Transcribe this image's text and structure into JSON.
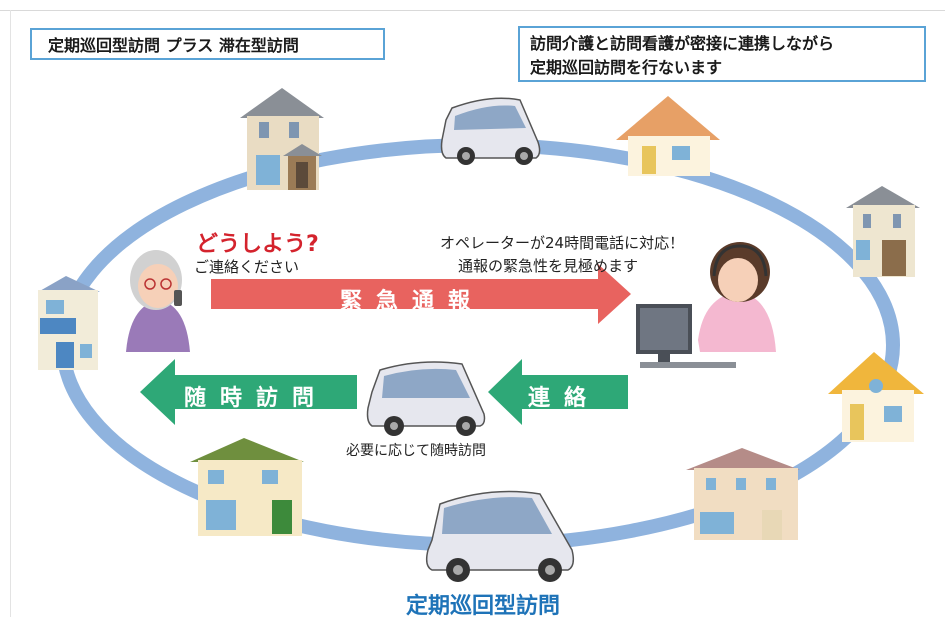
{
  "header": {
    "left_title": "定期巡回型訪問 プラス 滞在型訪問",
    "right_line1": "訪問介護と訪問看護が密接に連携しながら",
    "right_line2": "定期巡回訪問を行ないます"
  },
  "caller": {
    "exclaim": "どうしよう?",
    "message": "ご連絡ください"
  },
  "operator": {
    "line1": "オペレーターが24時間電話に対応！",
    "line2": "通報の緊急性を見極めます"
  },
  "arrows": {
    "emergency": "緊急通報",
    "visit": "随時訪問",
    "contact": "連絡"
  },
  "van_caption": "必要に応じて随時訪問",
  "bottom_title": "定期巡回型訪問",
  "colors": {
    "ring": "#8fb3de",
    "emergency_arrow": "#e8635f",
    "green_arrow": "#2ea877",
    "title_blue": "#1e73b8",
    "alert_red": "#d4232d"
  }
}
